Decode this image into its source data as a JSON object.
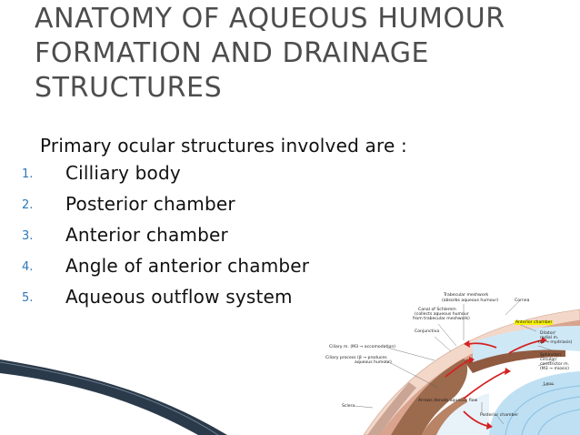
{
  "slide": {
    "title_lines": [
      "ANATOMY OF AQUEOUS HUMOUR",
      "FORMATION AND DRAINAGE",
      "STRUCTURES"
    ],
    "intro": "Primary ocular structures involved are :",
    "items": [
      {
        "num": "1.",
        "text": "Cilliary body"
      },
      {
        "num": "2.",
        "text": "Posterior chamber"
      },
      {
        "num": "3.",
        "text": "Anterior chamber"
      },
      {
        "num": "4.",
        "text": "Angle of anterior chamber"
      },
      {
        "num": "5.",
        "text": "Aqueous outflow system"
      }
    ]
  },
  "figure": {
    "labels": {
      "trabecular": "Trabecular meshwork",
      "trabecular2": "(absorbs aqueous humour)",
      "canal": "Canal of Schlemm",
      "canal2": "(collects aqueous humour",
      "canal3": "from trabecular meshwork)",
      "cornea": "Cornea",
      "conjunctiva": "Conjunctiva",
      "anterior": "Anterior chamber",
      "dilator": "Dilator/",
      "dilator2": "radial m.",
      "dilator3": "(α₁ → mydriasis)",
      "ciliary_m": "Ciliary m. (M3 → accomodation)",
      "ciliary_p": "Ciliary process (β → produces",
      "ciliary_p2": "aqueous humour)",
      "sphincter": "Sphincter/",
      "sphincter2": "circular/",
      "sphincter3": "constrictor m.",
      "sphincter4": "(M3 → miosis)",
      "lens": "Lens",
      "sclera": "Sclera",
      "arrows": "Arrows denote aqueous flow",
      "posterior": "Posterior chamber"
    }
  }
}
